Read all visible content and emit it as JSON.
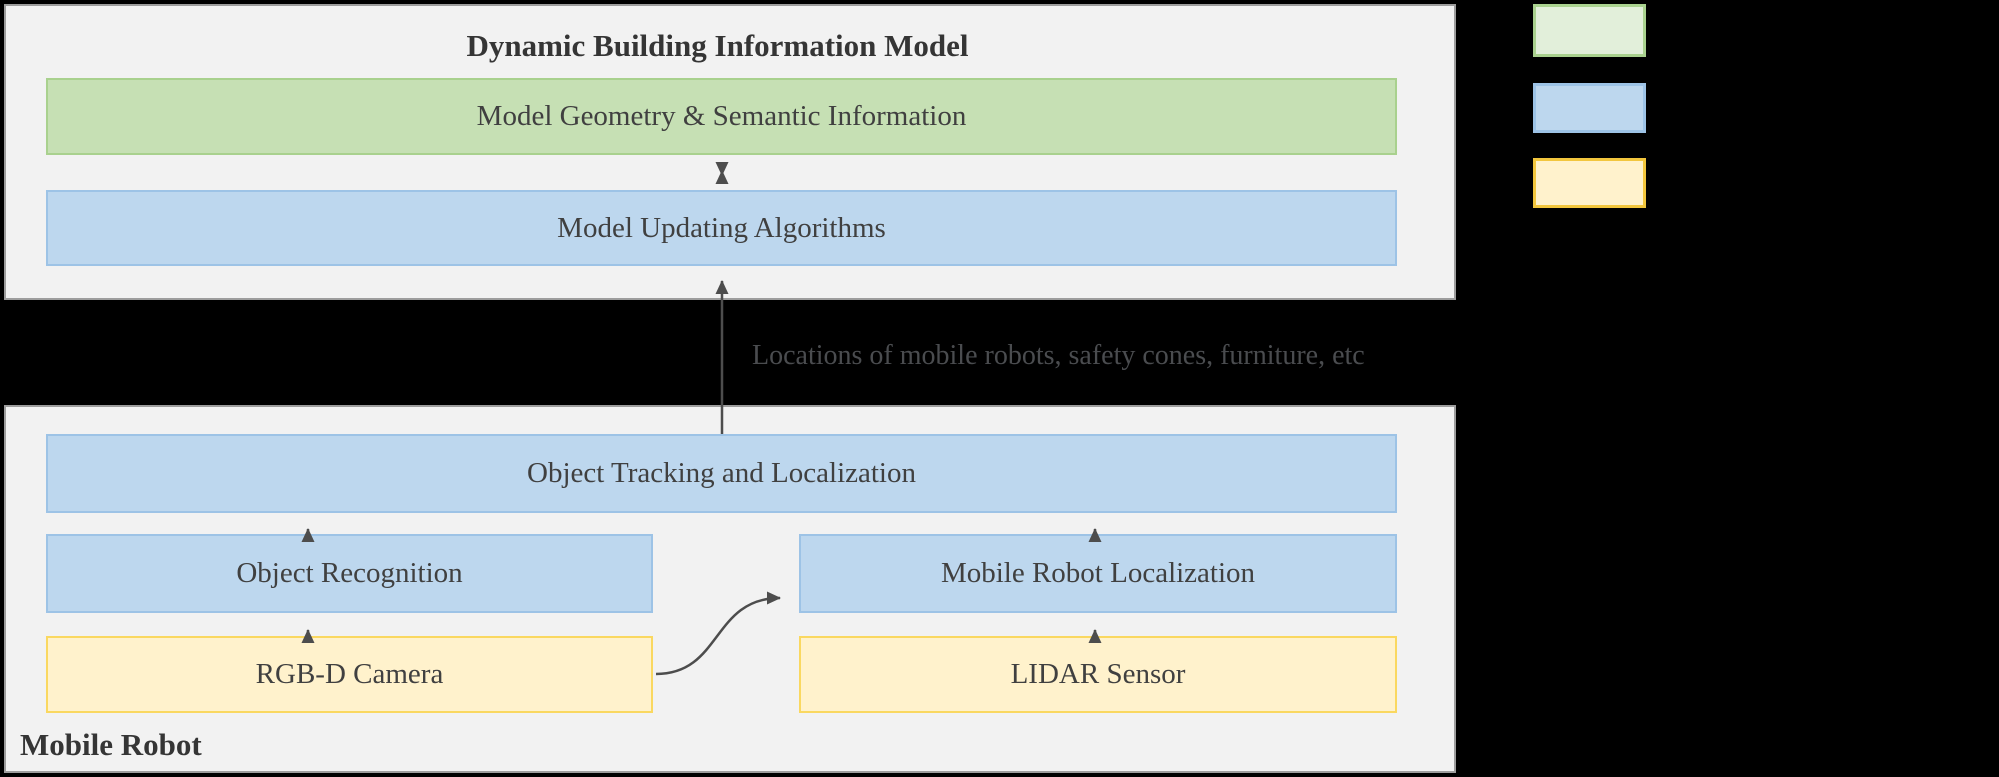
{
  "top_panel": {
    "title": "Dynamic Building Information Model",
    "geometry_box": {
      "label": "Model Geometry & Semantic Information",
      "fill": "#c6e0b4",
      "border": "#a9d18e"
    },
    "updating_box": {
      "label": "Model Updating Algorithms",
      "fill": "#bdd7ee",
      "border": "#9dc3e6"
    }
  },
  "connection": {
    "label": "Locations of mobile robots, safety cones, furniture, etc"
  },
  "bottom_panel": {
    "title": "Mobile Robot",
    "tracking_box": {
      "label": "Object Tracking and Localization",
      "fill": "#bdd7ee",
      "border": "#9dc3e6"
    },
    "recognition_box": {
      "label": "Object Recognition",
      "fill": "#bdd7ee",
      "border": "#9dc3e6"
    },
    "localization_box": {
      "label": "Mobile Robot Localization",
      "fill": "#bdd7ee",
      "border": "#9dc3e6"
    },
    "camera_box": {
      "label": "RGB-D Camera",
      "fill": "#fff2cc",
      "border": "#fad860"
    },
    "lidar_box": {
      "label": "LIDAR Sensor",
      "fill": "#fff2cc",
      "border": "#fad860"
    }
  },
  "legend": {
    "swatches": [
      {
        "name": "green",
        "fill": "#e2efda",
        "border": "#a9d18e"
      },
      {
        "name": "blue",
        "fill": "#bdd7ee",
        "border": "#9dc3e6"
      },
      {
        "name": "yellow",
        "fill": "#fff2cc",
        "border": "#f2c63d"
      }
    ]
  },
  "style": {
    "panel_fill": "#f2f2f2",
    "panel_border": "#9d9d9d",
    "arrow_color": "#4d4d4d",
    "background": "#000000",
    "box_text_color": "#404040"
  }
}
